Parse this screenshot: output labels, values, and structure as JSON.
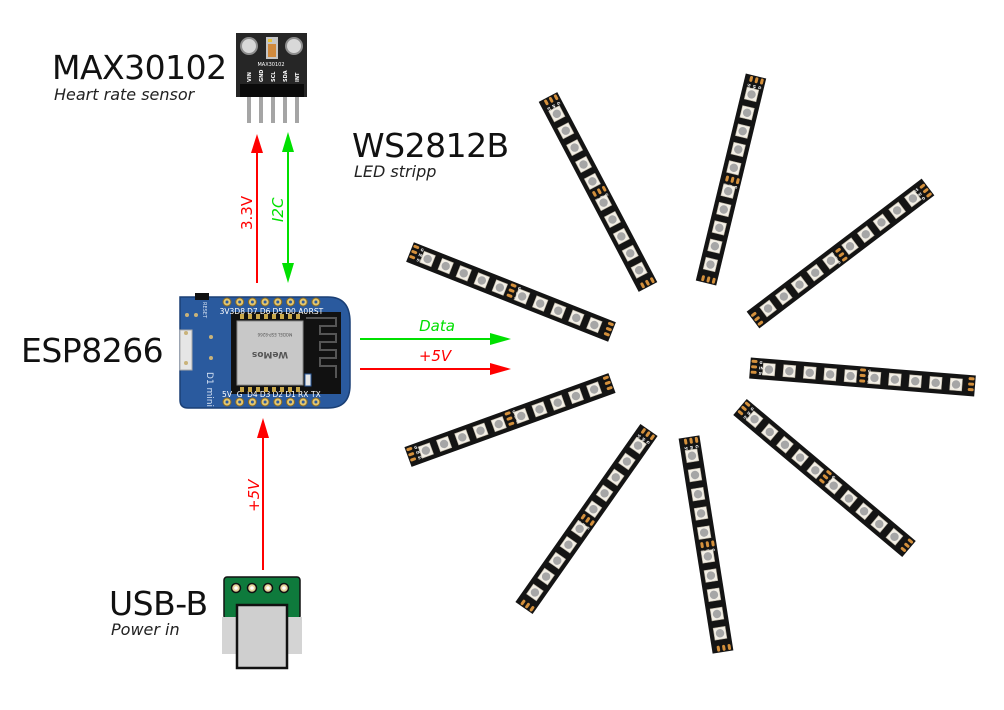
{
  "components": {
    "sensor": {
      "title": "MAX30102",
      "subtitle": "Heart rate sensor",
      "chip_label": "MAX30102",
      "pins": [
        "VIN",
        "GND",
        "SCL",
        "SDA",
        "INT"
      ]
    },
    "led": {
      "title": "WS2812B",
      "subtitle": "LED stripp",
      "pad_labels": [
        "G",
        "IN",
        "5V"
      ],
      "strip_count": 9,
      "leds_per_strip": 10
    },
    "mcu": {
      "title": "ESP8266",
      "top_pins": [
        "3V3",
        "D8",
        "D7",
        "D6",
        "D5",
        "D0",
        "A0",
        "RST"
      ],
      "bottom_pins": [
        "5V",
        "G",
        "D4",
        "D3",
        "D2",
        "D1",
        "RX",
        "TX"
      ],
      "board_name": "D1 mini",
      "brand": "WeMos",
      "module_model": "MODEL ESP-8266",
      "reset_label": "RESET"
    },
    "usb": {
      "title": "USB-B",
      "subtitle": "Power in"
    }
  },
  "connections": {
    "sensor_power": {
      "label": "3.3V",
      "color": "#ff0000"
    },
    "sensor_i2c": {
      "label": "I2C",
      "color": "#00e000"
    },
    "led_data": {
      "label": "Data",
      "color": "#00e000"
    },
    "led_power": {
      "label": "+5V",
      "color": "#ff0000"
    },
    "usb_power": {
      "label": "+5V",
      "color": "#ff0000"
    }
  },
  "colors": {
    "pcb_blue": "#2a5a9e",
    "pcb_black": "#1c1c1c",
    "strip_black": "#141414",
    "pad_copper": "#d4903c",
    "usb_green": "#0e7a3c",
    "led_white": "#f3efe6",
    "led_grey": "#a6a6a6"
  }
}
